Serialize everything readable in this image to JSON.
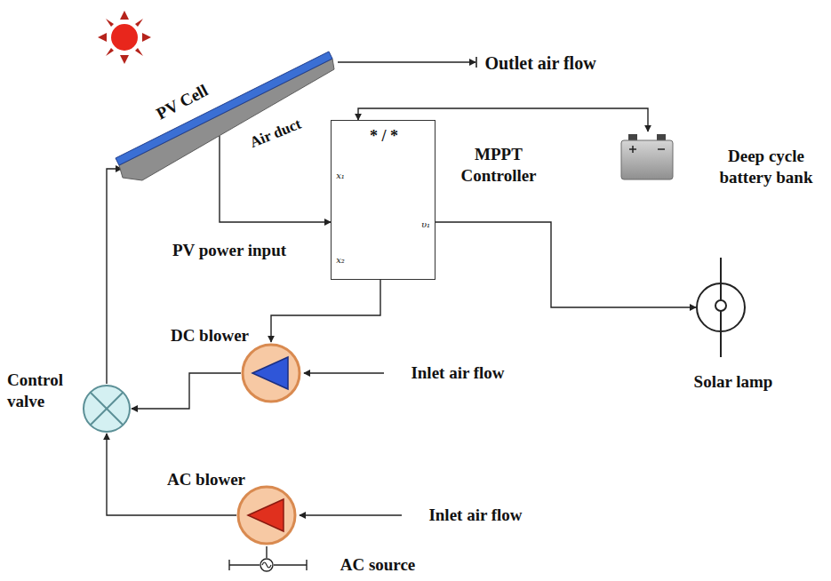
{
  "diagram": {
    "nodes": [
      {
        "text": [
          "PV Cell",
          "Air duct"
        ]
      },
      {
        "text": [
          "MPPT Controller",
          "* / *",
          "x₁",
          "x₂",
          "υ₁"
        ]
      },
      {
        "text": [
          "Deep cycle battery bank"
        ]
      },
      {
        "text": [
          "Solar lamp"
        ]
      },
      {
        "text": [
          "DC blower"
        ]
      },
      {
        "text": [
          "AC blower"
        ]
      },
      {
        "text": [
          "Control valve"
        ]
      },
      {
        "text": [
          "AC source"
        ]
      }
    ],
    "edges": [
      {
        "from": 0,
        "to": 1,
        "arrow": "to"
      },
      {
        "from": 1,
        "to": 2,
        "arrow": "both"
      },
      {
        "from": 1,
        "to": 3,
        "arrow": "to"
      },
      {
        "from": 1,
        "to": 4,
        "arrow": "to"
      },
      {
        "from": 4,
        "to": 6,
        "arrow": "to"
      },
      {
        "from": 5,
        "to": 6,
        "arrow": "to"
      },
      {
        "from": 6,
        "to": 0,
        "arrow": "to"
      },
      {
        "from": 7,
        "to": 5,
        "arrow": "none"
      }
    ],
    "labels": [
      "Outlet air flow",
      "PV power input",
      "Inlet air flow",
      "Inlet air flow"
    ]
  }
}
